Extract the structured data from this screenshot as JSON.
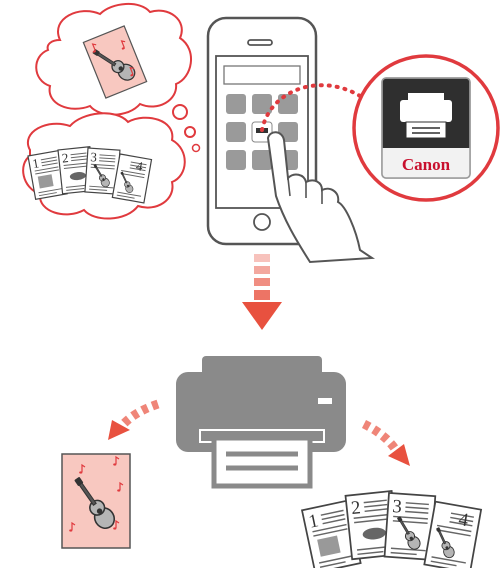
{
  "app_icon": {
    "brand": "Canon"
  },
  "documents": {
    "page_numbers": [
      "1",
      "2",
      "3",
      "4"
    ]
  },
  "colors": {
    "accent_red": "#e03a3e",
    "arrow_red": "#e8513f",
    "bubble_stroke": "#e03a3e",
    "device_stroke": "#555555",
    "printer_gray": "#8a8a8a",
    "tile_gray": "#9a9a9a",
    "photo_pink": "#f8c8c0"
  },
  "icons": {
    "smartphone": "smartphone-icon",
    "hand": "pointing-hand-icon",
    "printer": "printer-icon",
    "app": "canon-print-app-icon",
    "guitar_photo": "guitar-photo-icon",
    "document_set": "document-set-icon"
  }
}
